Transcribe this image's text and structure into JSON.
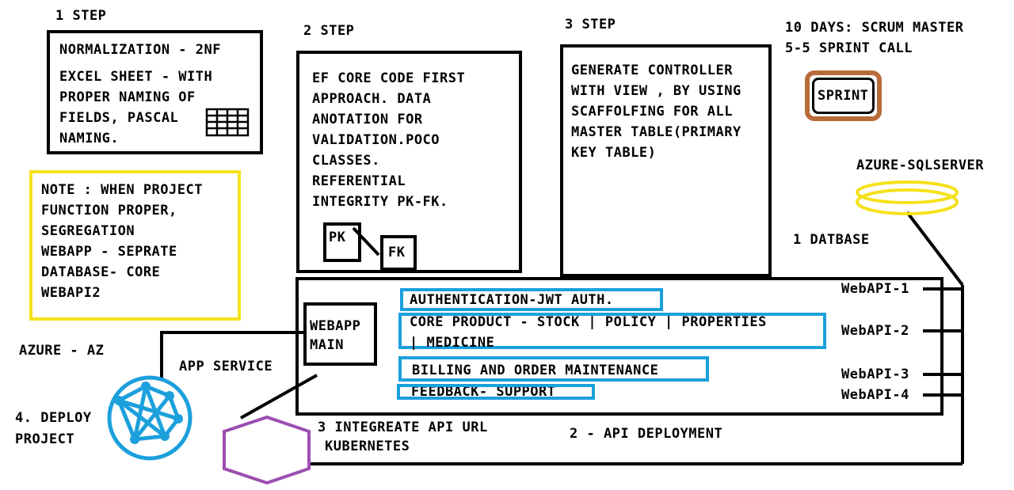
{
  "step1": {
    "heading": "1 STEP",
    "line1": "NORMALIZATION - 2NF",
    "line2": "EXCEL SHEET - WITH\nPROPER NAMING OF\nFIELDS, PASCAL\nNAMING."
  },
  "step2": {
    "heading": "2 STEP",
    "body": "EF CORE CODE FIRST\nAPPROACH. DATA\nANOTATION FOR\nVALIDATION.POCO\nCLASSES.\nREFERENTIAL\nINTEGRITY PK-FK.",
    "pk": "PK",
    "fk": "FK"
  },
  "step3": {
    "heading": "3 STEP",
    "body": "GENERATE CONTROLLER\nWITH VIEW , BY USING\nSCAFFOLFING FOR ALL\nMASTER TABLE(PRIMARY\nKEY TABLE)"
  },
  "scrum": {
    "line1": "10 DAYS: SCRUM MASTER",
    "line2": "5-5 SPRINT CALL",
    "sprint": "SPRINT"
  },
  "azure_sql": {
    "label": "AZURE-SQLSERVER",
    "db_label": "1 DATBASE"
  },
  "note": {
    "body": "NOTE : WHEN PROJECT\nFUNCTION PROPER,\nSEGREGATION\nWEBAPP - SEPRATE\nDATABASE- CORE\nWEBAPI2"
  },
  "webapp": {
    "main": "WEBAPP\nMAIN",
    "modules": [
      "AUTHENTICATION-JWT AUTH.",
      "CORE PRODUCT - STOCK | POLICY | PROPERTIES\n| MEDICINE",
      "BILLING AND ORDER MAINTENANCE",
      "FEEDBACK- SUPPORT"
    ],
    "apis": [
      "WebAPI-1",
      "WebAPI-2",
      "WebAPI-3",
      "WebAPI-4"
    ]
  },
  "azure_az": "AZURE - AZ",
  "app_service": "APP SERVICE",
  "deploy": "4. DEPLOY\nPROJECT",
  "integrate": "3 INTEGREATE API URL",
  "kubernetes": "KUBERNETES",
  "api_deployment": "2 - API DEPLOYMENT",
  "colors": {
    "outline": "#000000",
    "note_border": "#f5e11c",
    "module_border": "#1ba0dc",
    "globe": "#1ba0dc",
    "hexagon": "#9b4fb0",
    "sprint_ring": "#b86b3a",
    "cylinder": "#f5e11c"
  }
}
